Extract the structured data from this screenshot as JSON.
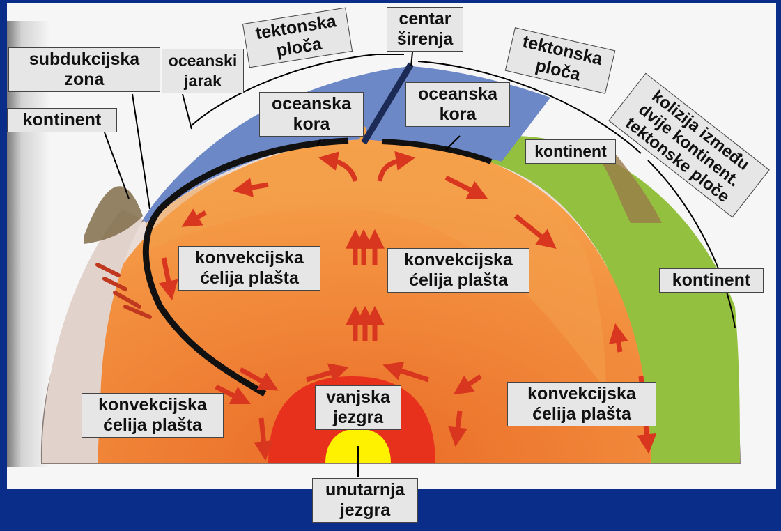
{
  "colors": {
    "background": "#0b2d8a",
    "mantle_outer": "#f08a3a",
    "mantle_inner": "#ee7a2c",
    "outer_core": "#e8311c",
    "inner_core": "#fff200",
    "oceanic_crust": "#6b86c4",
    "continent_green": "#8fbf3a",
    "continent_rock": "#e7d8d2",
    "subducting_slab": "#111111",
    "arrow": "#d9361f",
    "label_bg": "#e6e6e6"
  },
  "labels": {
    "subduction_zone": [
      "subdukcijska",
      "zona"
    ],
    "oceanic_trench": [
      "oceanski",
      "jarak"
    ],
    "plate_left": [
      "tektonska",
      "ploča"
    ],
    "spreading_center": [
      "centar",
      "širenja"
    ],
    "plate_right": [
      "tektonska",
      "ploča"
    ],
    "collision": [
      "kolizija između",
      "dvije kontinent.",
      "tektonske ploče"
    ],
    "continent_left": [
      "kontinent"
    ],
    "oceanic_crust_left": [
      "oceanska",
      "kora"
    ],
    "oceanic_crust_right": [
      "oceanska",
      "kora"
    ],
    "continent_right_top": [
      "kontinent"
    ],
    "continent_right": [
      "kontinent"
    ],
    "convection_cell_mid_left": [
      "konvekcijska",
      "ćelija plašta"
    ],
    "convection_cell_mid_right": [
      "konvekcijska",
      "ćelija plašta"
    ],
    "convection_cell_low_left": [
      "konvekcijska",
      "ćelija plašta"
    ],
    "convection_cell_low_right": [
      "konvekcijska",
      "ćelija plašta"
    ],
    "outer_core": [
      "vanjska",
      "jezgra"
    ],
    "inner_core": [
      "unutarnja",
      "jezgra"
    ]
  }
}
